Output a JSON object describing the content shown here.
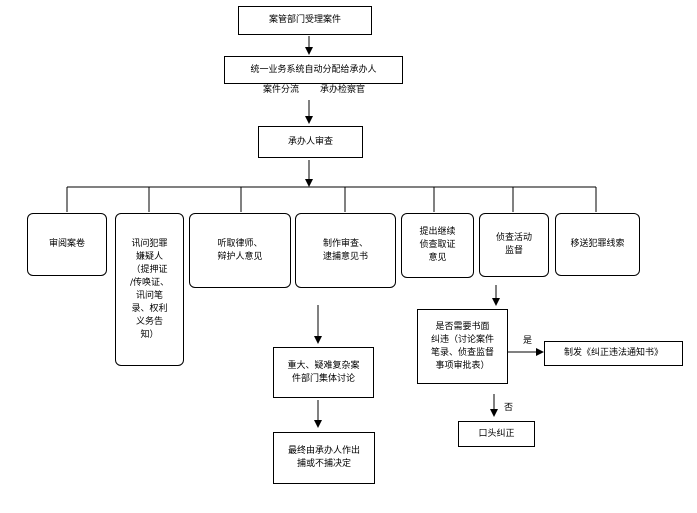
{
  "nodes": {
    "start": "案管部门受理案件",
    "assign": "统一业务系统自动分配给承办人",
    "review": "承办人审查",
    "read_file": "审阅案卷",
    "interrogate": "讯问犯罪\n嫌疑人\n（提押证\n/传唤证、\n讯问笔\n录、权利\n义务告\n知）",
    "hear_lawyer": "听取律师、\n辩护人意见",
    "make_report": "制作审查、\n逮捕意见书",
    "collect_evidence": "提出继续\n侦查取证\n意见",
    "supervise": "侦查活动\n监督",
    "transfer_clue": "移送犯罪线索",
    "major_case": "重大、疑难复杂案\n件部门集体讨论",
    "final_decision": "最终由承办人作出\n捕或不捕决定",
    "written_question": "是否需要书面\n纠违（讨论案件\n笔录、侦查监督\n事项审批表）",
    "issue_notice": "制发《纠正违法通知书》",
    "oral_correct": "口头纠正"
  },
  "labels": {
    "case_split": "案件分流",
    "prosecutor": "承办检察官",
    "yes": "是",
    "no": "否"
  }
}
